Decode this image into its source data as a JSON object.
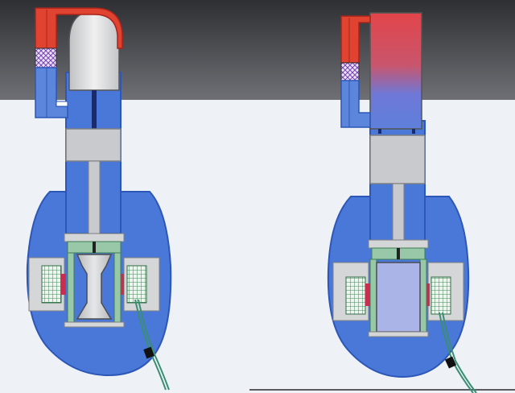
{
  "figure": {
    "panels": [
      {
        "id": "left",
        "variant": "dome-cylinder"
      },
      {
        "id": "right",
        "variant": "block-cylinder"
      }
    ],
    "colors": {
      "backdrop_dark": "#3c3d42",
      "backdrop_light": "#eef1f6",
      "housing": "#4a78d8",
      "housing_stroke": "#2d57b6",
      "hot": "#e0432f",
      "cold": "#5b86db",
      "gray_part": "#c8cacd",
      "dark_gray": "#8f9296",
      "coil_green": "#98c8a8",
      "magnet_red": "#c92d4f",
      "cable": "#3a8f72",
      "plunger": "#aab4e6"
    }
  }
}
